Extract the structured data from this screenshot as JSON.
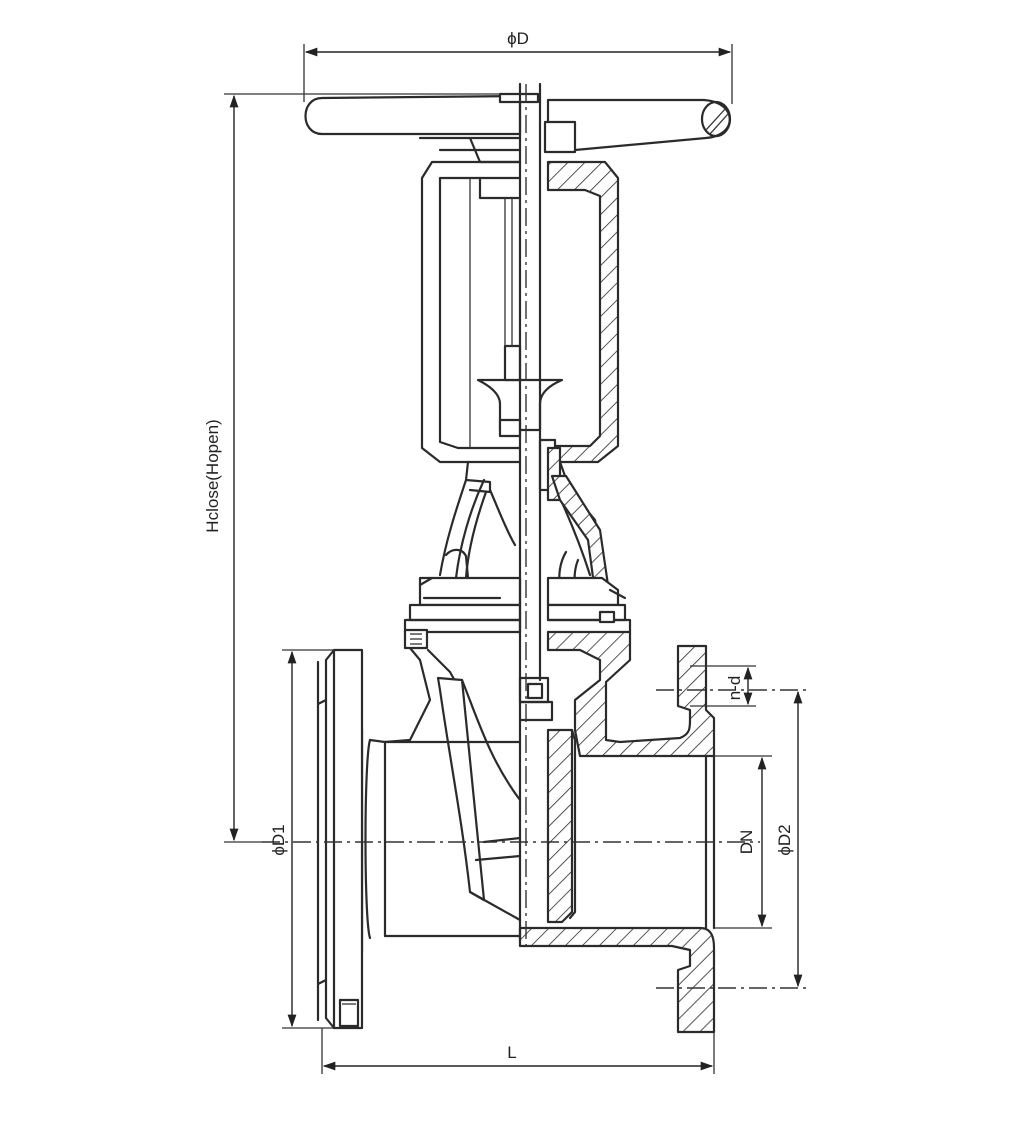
{
  "dimensions": {
    "overall_diameter": "ϕD",
    "height": "Hclose(Hopen)",
    "flange_diameter": "ϕD1",
    "nominal_diameter": "DN",
    "bolt_circle_diameter": "ϕD2",
    "bolt_holes": "n-d",
    "length": "L"
  }
}
